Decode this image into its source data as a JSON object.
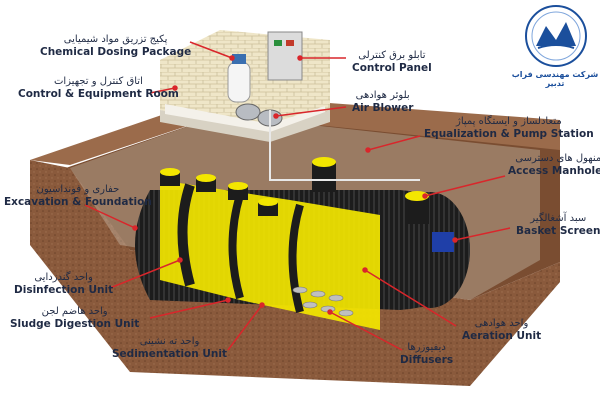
{
  "company": {
    "name": "شرکت مهندسی فراب تدبیر",
    "accent_color": "#1b4f9c"
  },
  "labels": {
    "chemical_dosing": {
      "fa": "پکیج تزریق مواد شیمیایی",
      "en": "Chemical Dosing Package"
    },
    "control_room": {
      "fa": "اتاق کنترل و تجهیزات",
      "en": "Control & Equipment Room"
    },
    "control_panel": {
      "fa": "تابلو برق کنترلی",
      "en": "Control Panel"
    },
    "air_blower": {
      "fa": "بلوئر هوادهی",
      "en": "Air Blower"
    },
    "equalization": {
      "fa": "متعادلساز و ایستگاه پمپاژ",
      "en": "Equalization & Pump Station"
    },
    "access_manholes": {
      "fa": "منهول های دسترسی",
      "en": "Access Manholes"
    },
    "excavation": {
      "fa": "حفاری و فونداسیون",
      "en": "Excavation & Foundation"
    },
    "basket_screen": {
      "fa": "سبد آشغالگیر",
      "en": "Basket Screen"
    },
    "disinfection": {
      "fa": "واحد گندزدایی",
      "en": "Disinfection Unit"
    },
    "sludge_digestion": {
      "fa": "واحد هاضم لجن",
      "en": "Sludge Digestion Unit"
    },
    "aeration": {
      "fa": "واحد هوادهی",
      "en": "Aeration Unit"
    },
    "sedimentation": {
      "fa": "واحد ته نشینی",
      "en": "Sedimentation Unit"
    },
    "diffusers": {
      "fa": "دیفیوزرها",
      "en": "Diffusers"
    }
  },
  "colors": {
    "soil": "#8a5a3c",
    "soil_dark": "#6b4229",
    "tank_black": "#1c1c1c",
    "tank_yellow": "#f3e600",
    "leader_red": "#d9262b",
    "concrete": "#d8d2c4"
  }
}
